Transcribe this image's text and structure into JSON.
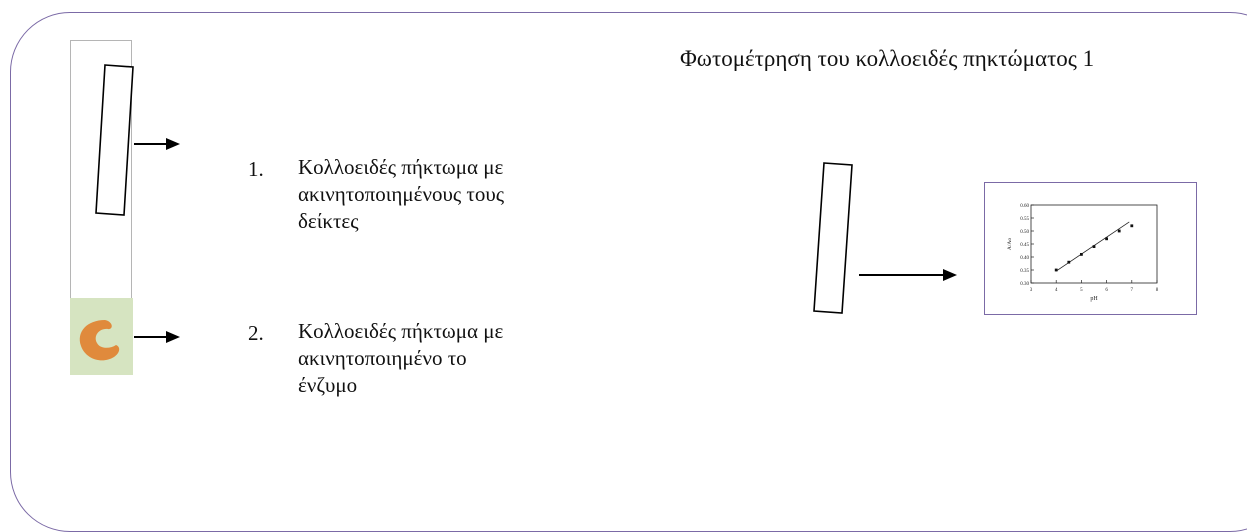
{
  "title": "Φωτομέτρηση του κολλοειδές πηκτώματος 1",
  "items": [
    {
      "number": "1.",
      "lines": [
        "Κολλοειδές πήκτωμα με",
        "ακινητοποιημένους τους",
        "δείκτες"
      ]
    },
    {
      "number": "2.",
      "lines": [
        "Κολλοειδές πήκτωμα με",
        "ακινητοποιημένο το",
        "ένζυμο"
      ]
    }
  ],
  "icons": {
    "enzyme": "enzyme-icon",
    "arrow": "right-arrow-icon"
  },
  "colors": {
    "frame": "#7b6aa6",
    "enzyme_bg": "#d6e4c1",
    "enzyme": "#e08a3c"
  },
  "chart_data": {
    "type": "scatter",
    "xlabel": "pH",
    "ylabel": "A/Ao",
    "xlim": [
      3,
      8
    ],
    "ylim": [
      0.3,
      0.6
    ],
    "xticks": [
      "3",
      "4",
      "5",
      "6",
      "7",
      "8"
    ],
    "yticks": [
      "0.30",
      "0.35",
      "0.40",
      "0.45",
      "0.50",
      "0.55",
      "0.60"
    ],
    "points": [
      {
        "x": 4.0,
        "y": 0.35
      },
      {
        "x": 4.5,
        "y": 0.38
      },
      {
        "x": 5.0,
        "y": 0.41
      },
      {
        "x": 5.5,
        "y": 0.44
      },
      {
        "x": 6.0,
        "y": 0.47
      },
      {
        "x": 6.5,
        "y": 0.5
      },
      {
        "x": 7.0,
        "y": 0.52
      }
    ],
    "fit": [
      {
        "x": 4.0,
        "y": 0.346
      },
      {
        "x": 6.9,
        "y": 0.535
      }
    ]
  }
}
